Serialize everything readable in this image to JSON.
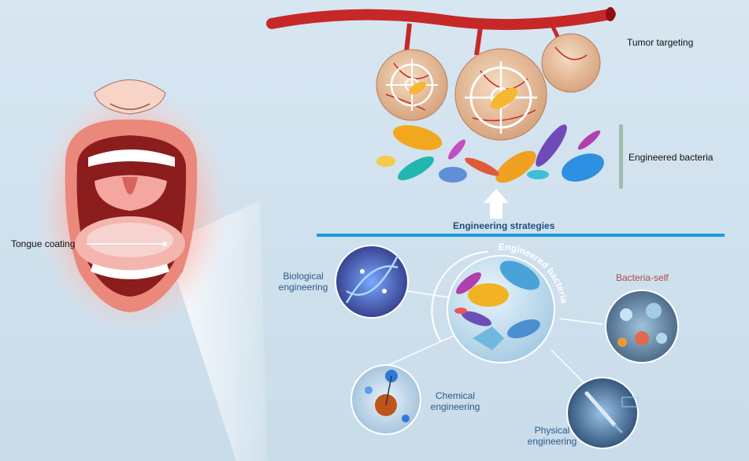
{
  "labels": {
    "tongue_coating": "Tongue coating",
    "tumor_targeting": "Tumor targeting",
    "engineered_bacteria": "Engineered bacteria",
    "engineering_strategies": "Engineering strategies",
    "center_ring": "Engineered bacteria",
    "biological_1": "Biological",
    "biological_2": "engineering",
    "bacteria_self": "Bacteria-self",
    "chemical_1": "Chemical",
    "chemical_2": "engineering",
    "physical_1": "Physical",
    "physical_2": "engineering"
  },
  "colors": {
    "divider": "#1a9ae0",
    "arrow": "#ffffff",
    "vessel": "#c62828",
    "tumor": "#e8c3a0",
    "label_blue": "#2a5a86",
    "label_red": "#b0474b"
  }
}
